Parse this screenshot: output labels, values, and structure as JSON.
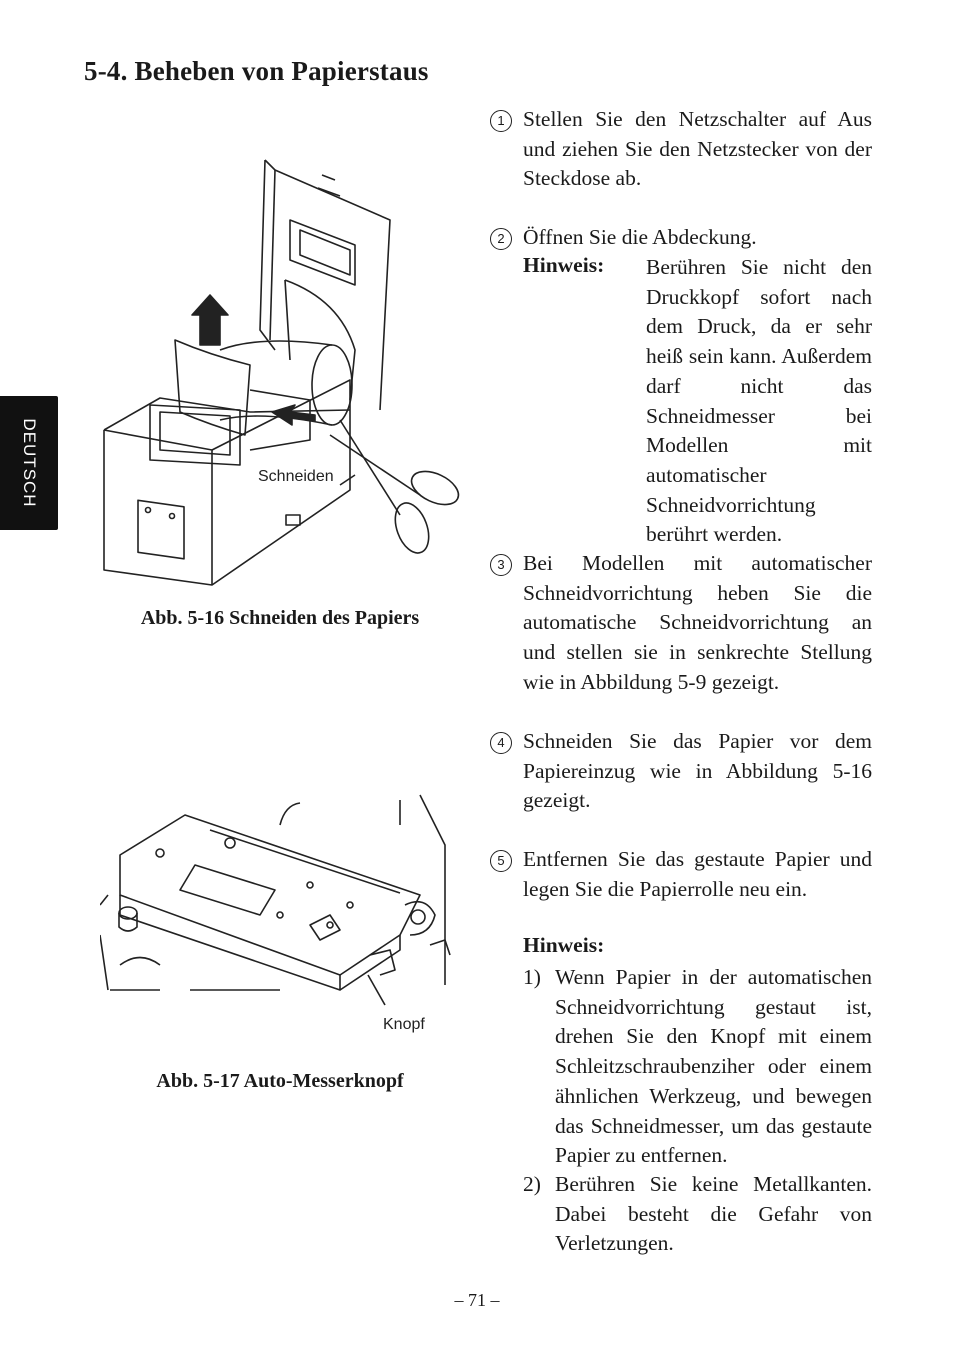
{
  "section_title": "5-4.  Beheben von Papierstaus",
  "side_tab": "DEUTSCH",
  "figures": [
    {
      "caption": "Abb. 5-16 Schneiden des Papiers",
      "label": "Schneiden"
    },
    {
      "caption": "Abb. 5-17 Auto-Messerknopf",
      "label": "Knopf"
    }
  ],
  "steps": [
    {
      "num": "1",
      "text": "Stellen Sie den Netzschalter auf Aus und ziehen Sie den Netzstecker von der Steckdose ab."
    },
    {
      "num": "2",
      "text": "Öffnen Sie die Abdeckung."
    },
    {
      "num": "3",
      "text": "Bei Modellen mit automatischer Schneidvorrichtung heben Sie die automatische Schneidvorrichtung an und stellen sie in senkrechte Stellung wie in Abbildung 5-9 gezeigt."
    },
    {
      "num": "4",
      "text": "Schneiden Sie das Papier vor dem Papiereinzug wie in Abbildung 5-16 gezeigt."
    },
    {
      "num": "5",
      "text": "Entfernen Sie das gestaute Papier und legen Sie die Papierrolle neu ein."
    }
  ],
  "note1": {
    "label": "Hinweis:",
    "text": "Berühren Sie nicht den Druckkopf sofort nach dem Druck, da er sehr heiß sein kann. Außerdem darf nicht das Schneidmesser bei Modellen mit automatischer Schneidvorrichtung berührt werden."
  },
  "note2": {
    "label": "Hinweis:",
    "items": [
      {
        "num": "1)",
        "text": "Wenn Papier in der automatischen Schneidvorrichtung gestaut ist, drehen Sie den Knopf mit einem Schleitzschraubenziher oder einem ähnlichen Werkzeug, und bewegen das Schneidmesser, um das gestaute Papier zu entfernen."
      },
      {
        "num": "2)",
        "text": "Berühren Sie keine Metallkanten. Dabei besteht die Gefahr von Verletzungen."
      }
    ]
  },
  "page_number": "– 71 –"
}
